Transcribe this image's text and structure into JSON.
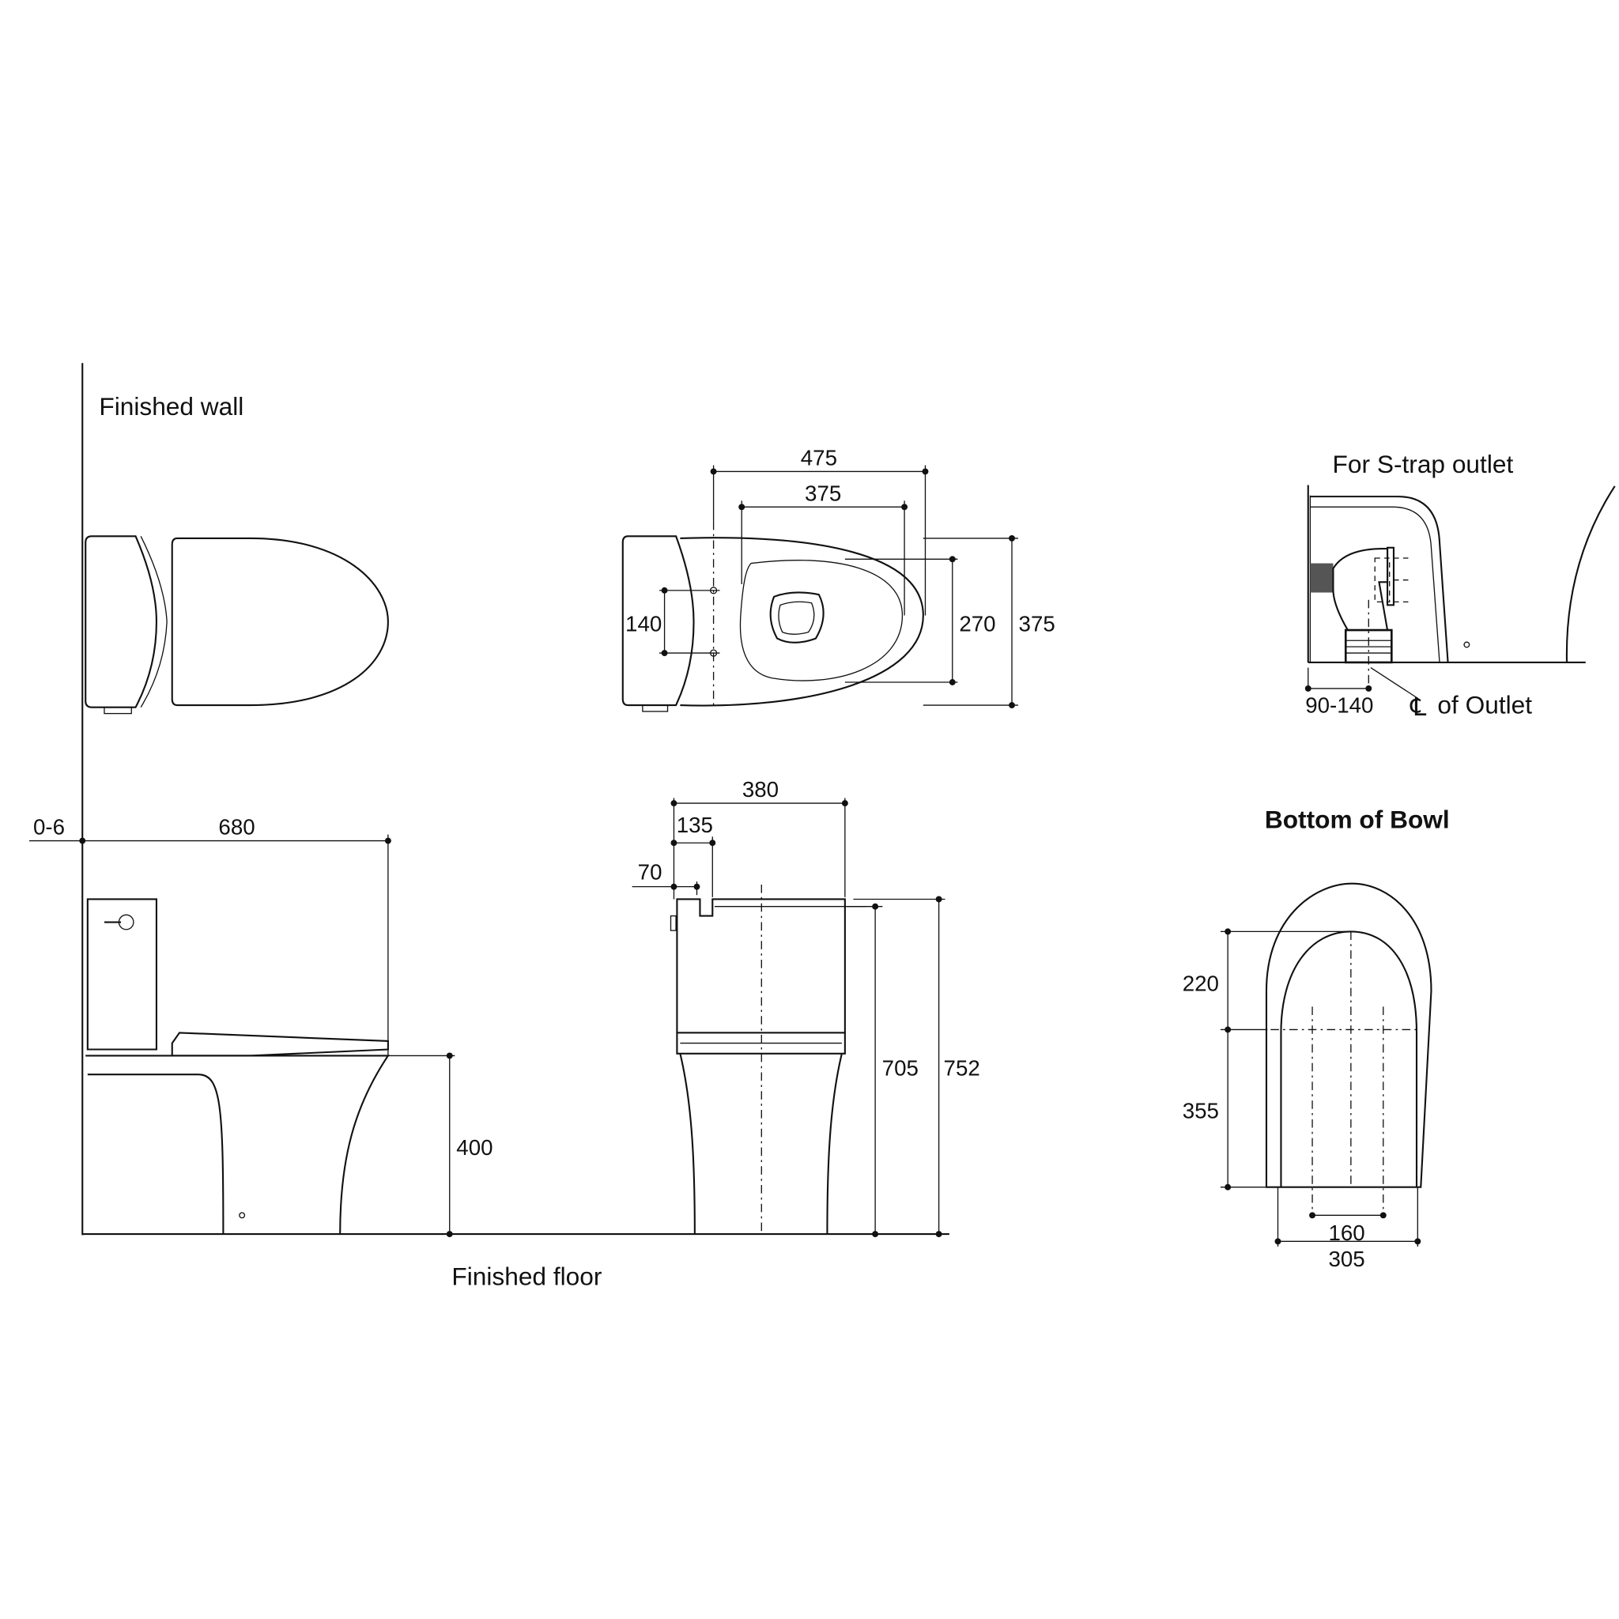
{
  "labels": {
    "finished_wall": "Finished wall",
    "finished_floor": "Finished floor",
    "s_trap_title": "For S-trap outlet",
    "centerline_symbol": "℄",
    "of_outlet": "of Outlet",
    "bottom_of_bowl": "Bottom of Bowl"
  },
  "dimensions": {
    "top_overall_length": "475",
    "top_bowl_length": "375",
    "top_bolt_spacing": "140",
    "top_bowl_width": "270",
    "top_overall_width": "375",
    "wall_gap": "0-6",
    "side_depth": "680",
    "seat_height": "400",
    "front_width": "380",
    "front_135": "135",
    "front_70": "70",
    "front_height_705": "705",
    "front_height_752": "752",
    "outlet_range": "90-140",
    "bowl_220": "220",
    "bowl_355": "355",
    "bowl_160": "160",
    "bowl_305": "305"
  }
}
